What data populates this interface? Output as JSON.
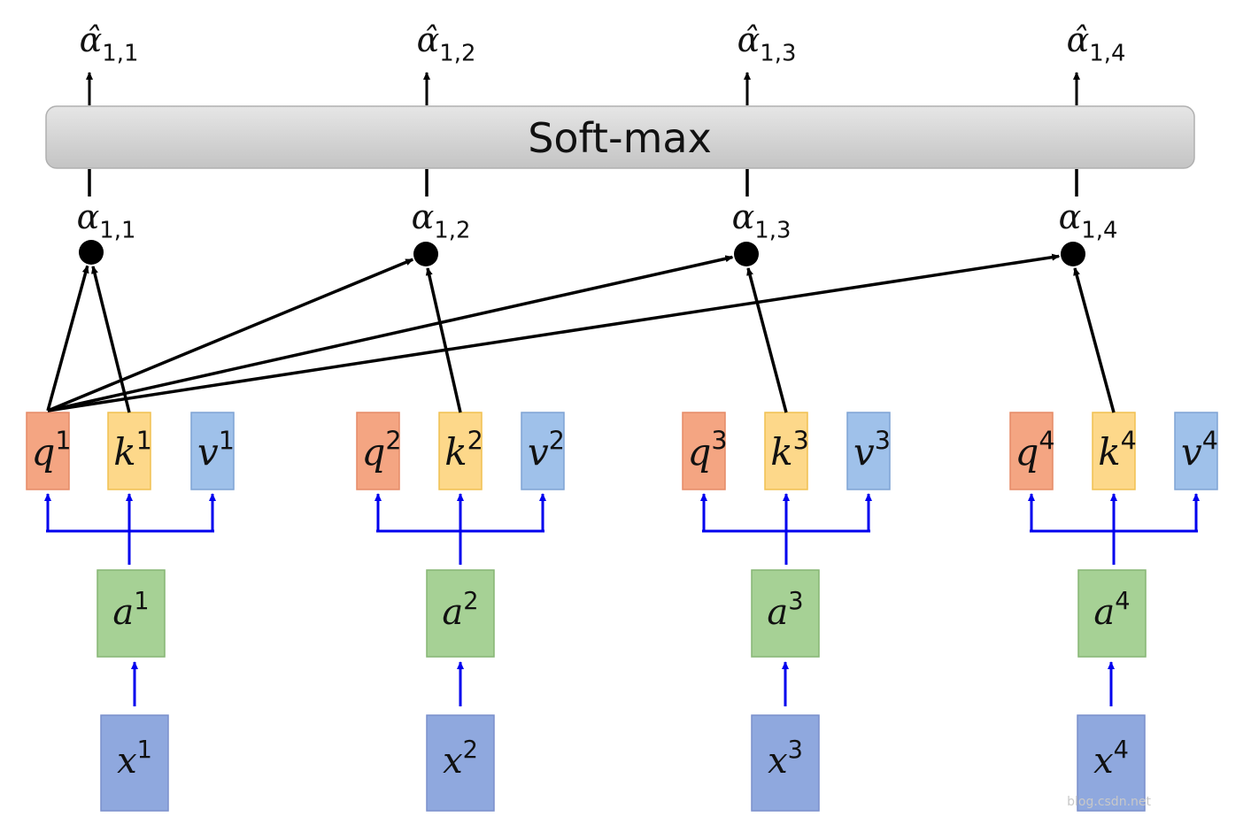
{
  "softmax": {
    "label": "Soft-max"
  },
  "watermark": "blog.csdn.net",
  "columns": [
    {
      "index": "1",
      "x": {
        "base": "x",
        "sup": "1"
      },
      "a": {
        "base": "a",
        "sup": "1"
      },
      "q": {
        "base": "q",
        "sup": "1"
      },
      "k": {
        "base": "k",
        "sup": "1"
      },
      "v": {
        "base": "v",
        "sup": "1"
      },
      "alpha": {
        "base": "α",
        "sub": "1,1"
      },
      "alpha_hat": {
        "base": "α̂",
        "sub": "1,1"
      }
    },
    {
      "index": "2",
      "x": {
        "base": "x",
        "sup": "2"
      },
      "a": {
        "base": "a",
        "sup": "2"
      },
      "q": {
        "base": "q",
        "sup": "2"
      },
      "k": {
        "base": "k",
        "sup": "2"
      },
      "v": {
        "base": "v",
        "sup": "2"
      },
      "alpha": {
        "base": "α",
        "sub": "1,2"
      },
      "alpha_hat": {
        "base": "α̂",
        "sub": "1,2"
      }
    },
    {
      "index": "3",
      "x": {
        "base": "x",
        "sup": "3"
      },
      "a": {
        "base": "a",
        "sup": "3"
      },
      "q": {
        "base": "q",
        "sup": "3"
      },
      "k": {
        "base": "k",
        "sup": "3"
      },
      "v": {
        "base": "v",
        "sup": "3"
      },
      "alpha": {
        "base": "α",
        "sub": "1,3"
      },
      "alpha_hat": {
        "base": "α̂",
        "sub": "1,3"
      }
    },
    {
      "index": "4",
      "x": {
        "base": "x",
        "sup": "4"
      },
      "a": {
        "base": "a",
        "sup": "4"
      },
      "q": {
        "base": "q",
        "sup": "4"
      },
      "k": {
        "base": "k",
        "sup": "4"
      },
      "v": {
        "base": "v",
        "sup": "4"
      },
      "alpha": {
        "base": "α",
        "sub": "1,4"
      },
      "alpha_hat": {
        "base": "α̂",
        "sub": "1,4"
      }
    }
  ],
  "colors": {
    "x_fill": "#8fa8de",
    "x_stroke": "#7a8fcc",
    "a_fill": "#a6d195",
    "a_stroke": "#86b574",
    "q_fill": "#f4a582",
    "q_stroke": "#e58a66",
    "k_fill": "#fdd88a",
    "k_stroke": "#f0c050",
    "v_fill": "#9fc1ea",
    "v_stroke": "#7ea3d4",
    "blue_arrow": "#0000ee",
    "black_arrow": "#000000",
    "softmax_fill": "#d3d3d3",
    "softmax_stroke": "#b0b0b0"
  }
}
